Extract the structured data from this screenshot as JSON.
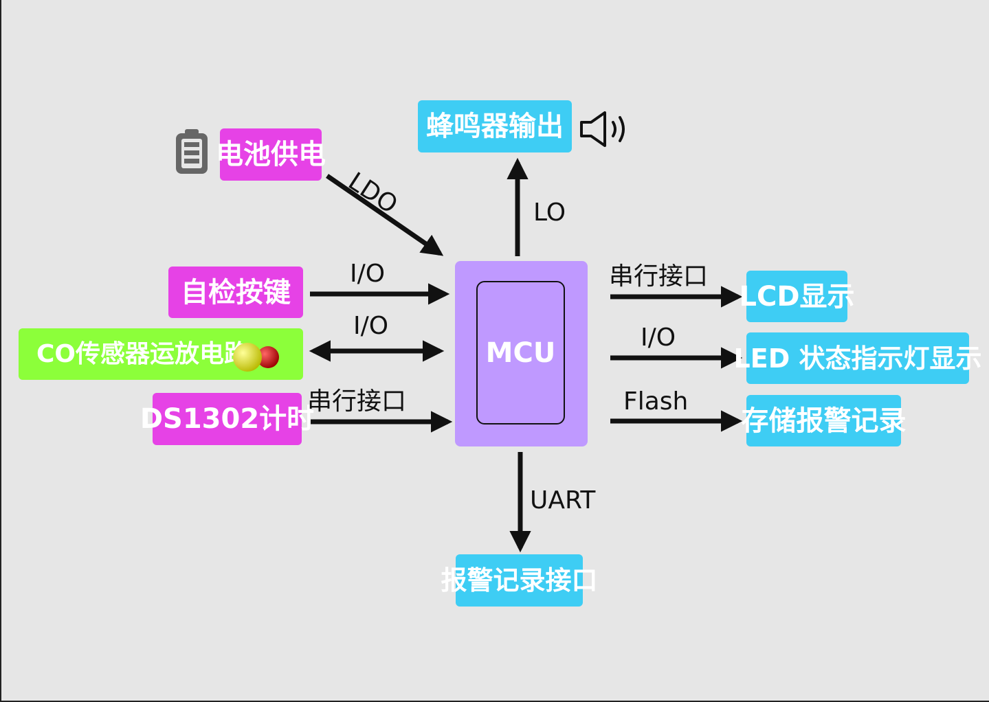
{
  "nodes": {
    "battery": "电池供电",
    "self_check": "自检按键",
    "co_sensor": "CO传感器运放电路",
    "ds1302": "DS1302计时",
    "mcu": "MCU",
    "buzzer": "蜂鸣器输出",
    "lcd": "LCD显示",
    "led": "LED 状态指示灯显示",
    "storage": "存储报警记录",
    "alarm_port": "报警记录接口"
  },
  "edges": {
    "battery_mcu": "LDO",
    "self_check_mcu": "I/O",
    "co_sensor_mcu": "I/O",
    "ds1302_mcu": "串行接口",
    "mcu_buzzer": "LO",
    "mcu_lcd": "串行接口",
    "mcu_led": "I/O",
    "mcu_storage": "Flash",
    "mcu_alarm_port": "UART"
  },
  "colors": {
    "input_box": "#e642e6",
    "output_box": "#3ecdf4",
    "sensor_box": "#8cff3a",
    "mcu_box": "#bf99ff",
    "background": "#e6e6e6"
  },
  "icons": [
    "battery-icon",
    "speaker-icon",
    "gas-molecule-icon"
  ]
}
